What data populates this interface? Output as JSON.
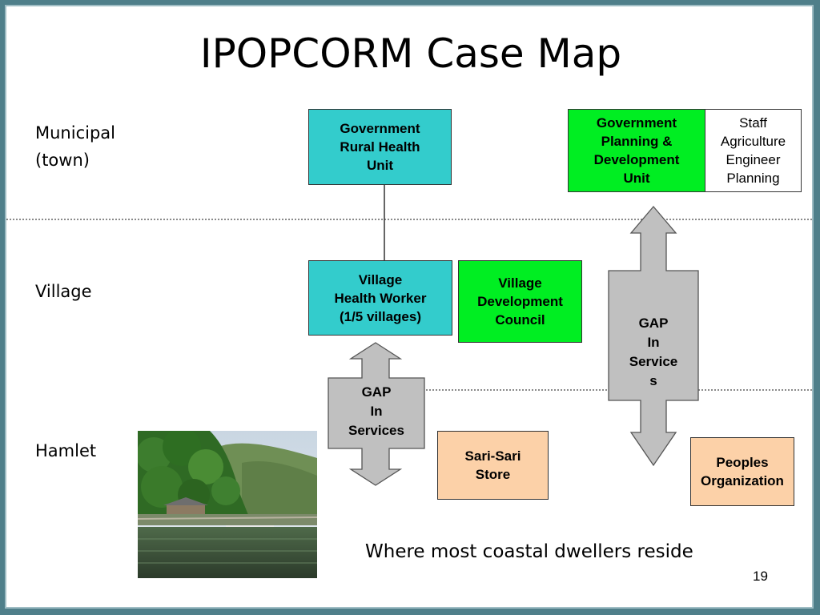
{
  "title": "IPOPCORM Case Map",
  "levels": {
    "municipal": "Municipal\n(town)",
    "village": "Village",
    "hamlet": "Hamlet"
  },
  "boxes": {
    "gov_rural_health_unit": "Government\nRural Health\nUnit",
    "gov_planning_dev_unit": "Government\nPlanning &\nDevelopment\nUnit",
    "staff_list": "Staff\nAgriculture\nEngineer\nPlanning",
    "village_health_worker": "Village\nHealth Worker\n(1/5 villages)",
    "village_dev_council": "Village\nDevelopment\nCouncil",
    "sari_sari_store": "Sari-Sari\nStore",
    "peoples_organization": "Peoples\nOrganization"
  },
  "gaps": {
    "left": "GAP\nIn\nServices",
    "right": "GAP\nIn\nService\ns"
  },
  "caption": "Where most coastal dwellers reside",
  "page_number": "19",
  "colors": {
    "cyan": "#33cccc",
    "green": "#00ee22",
    "peach": "#fcd1a8",
    "arrow_gray": "#c0c0c0"
  }
}
